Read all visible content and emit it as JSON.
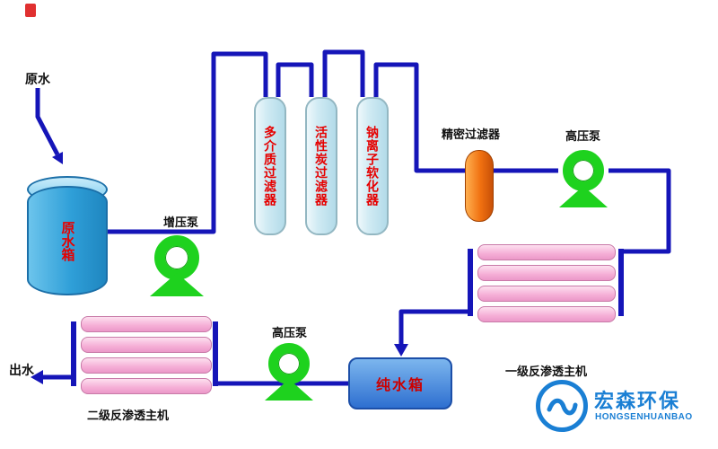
{
  "colors": {
    "pipe": "#1515b8",
    "pump_green": "#1ed21e",
    "filter_column_fill": "#cfeaf3",
    "raw_tank_blue": "#2f9fd8",
    "pure_tank_blue": "#2e6fd0",
    "precision_orange": "#f07010",
    "ro_tube_pink": "#f5aed6",
    "label_red": "#e60000",
    "logo_blue": "#1a7fd4"
  },
  "labels": {
    "raw_water": "原水",
    "raw_water_tank": "原水箱",
    "booster_pump": "增压泵",
    "multimedia_filter": "多介质过滤器",
    "carbon_filter": "活性炭过滤器",
    "softener": "钠离子软化器",
    "precision_filter": "精密过滤器",
    "hp_pump1": "高压泵",
    "ro_stage1": "一级反渗透主机",
    "pure_water_tank": "纯水箱",
    "hp_pump2": "高压泵",
    "ro_stage2": "二级反渗透主机",
    "outlet": "出水"
  },
  "logo": {
    "name": "宏森环保",
    "subtitle": "HONGSENHUANBAO"
  }
}
